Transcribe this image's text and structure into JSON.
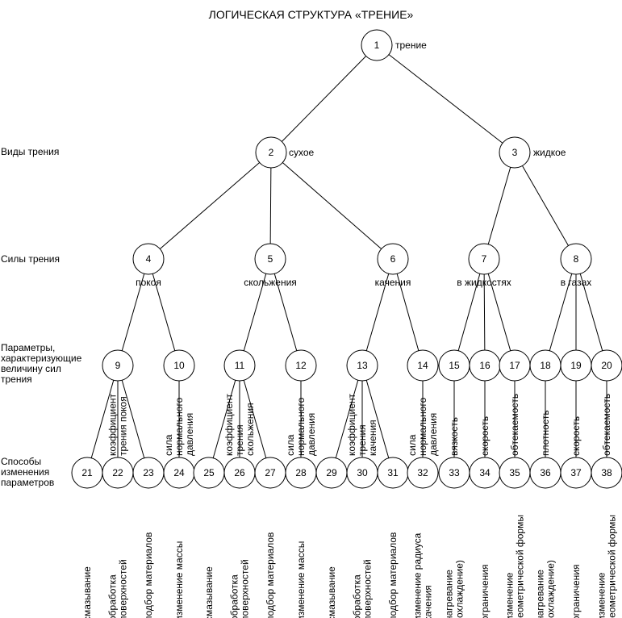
{
  "title": "ЛОГИЧЕСКАЯ СТРУКТУРА «ТРЕНИЕ»",
  "row_labels": {
    "types": "Виды трения",
    "forces": "Силы трения",
    "params": [
      "Параметры,",
      "характеризующие",
      "величину сил",
      "трения"
    ],
    "methods": [
      "Способы",
      "изменения",
      "параметров"
    ]
  },
  "nodes": [
    {
      "id": 1,
      "label": "трение"
    },
    {
      "id": 2,
      "label": "сухое"
    },
    {
      "id": 3,
      "label": "жидкое"
    },
    {
      "id": 4,
      "label": "покоя"
    },
    {
      "id": 5,
      "label": "скольжения"
    },
    {
      "id": 6,
      "label": "качения"
    },
    {
      "id": 7,
      "label": "в жидкостях"
    },
    {
      "id": 8,
      "label": "в газах"
    },
    {
      "id": 9,
      "label": [
        "коэффициент",
        "трения покоя"
      ]
    },
    {
      "id": 10,
      "label": [
        "сила",
        "нормального",
        "давления"
      ]
    },
    {
      "id": 11,
      "label": [
        "коэффициент",
        "трения",
        "скольжения"
      ]
    },
    {
      "id": 12,
      "label": [
        "сила",
        "нормального",
        "давления"
      ]
    },
    {
      "id": 13,
      "label": [
        "коэффициент",
        "трения",
        "качения"
      ]
    },
    {
      "id": 14,
      "label": [
        "сила",
        "нормального",
        "давления"
      ]
    },
    {
      "id": 15,
      "label": [
        "вязкость"
      ]
    },
    {
      "id": 16,
      "label": [
        "скорость"
      ]
    },
    {
      "id": 17,
      "label": [
        "обтекаемость"
      ]
    },
    {
      "id": 18,
      "label": [
        "плотность"
      ]
    },
    {
      "id": 19,
      "label": [
        "скорость"
      ]
    },
    {
      "id": 20,
      "label": [
        "обтекаемость"
      ]
    },
    {
      "id": 21,
      "label": [
        "смазывание"
      ]
    },
    {
      "id": 22,
      "label": [
        "обработка",
        "поверхностей"
      ]
    },
    {
      "id": 23,
      "label": [
        "подбор материалов"
      ]
    },
    {
      "id": 24,
      "label": [
        "изменение массы"
      ]
    },
    {
      "id": 25,
      "label": [
        "смазывание"
      ]
    },
    {
      "id": 26,
      "label": [
        "обработка",
        "поверхностей"
      ]
    },
    {
      "id": 27,
      "label": [
        "подбор материалов"
      ]
    },
    {
      "id": 28,
      "label": [
        "изменение массы"
      ]
    },
    {
      "id": 29,
      "label": [
        "смазывание"
      ]
    },
    {
      "id": 30,
      "label": [
        "обработка",
        "поверхностей"
      ]
    },
    {
      "id": 31,
      "label": [
        "подбор материалов"
      ]
    },
    {
      "id": 32,
      "label": [
        "изменение радиуса",
        "качения"
      ]
    },
    {
      "id": 33,
      "label": [
        "нагревание",
        "(охлаждение)"
      ]
    },
    {
      "id": 34,
      "label": [
        "ограничения"
      ]
    },
    {
      "id": 35,
      "label": [
        "изменение",
        "геометрической формы"
      ]
    },
    {
      "id": 36,
      "label": [
        "нагревание",
        "(охлаждение)"
      ]
    },
    {
      "id": 37,
      "label": [
        "ограничения"
      ]
    },
    {
      "id": 38,
      "label": [
        "изменение",
        "геометрической формы"
      ]
    }
  ],
  "edges": [
    [
      1,
      2
    ],
    [
      1,
      3
    ],
    [
      2,
      4
    ],
    [
      2,
      5
    ],
    [
      2,
      6
    ],
    [
      3,
      7
    ],
    [
      3,
      8
    ],
    [
      4,
      9
    ],
    [
      4,
      10
    ],
    [
      5,
      11
    ],
    [
      5,
      12
    ],
    [
      6,
      13
    ],
    [
      6,
      14
    ],
    [
      7,
      15
    ],
    [
      7,
      16
    ],
    [
      7,
      17
    ],
    [
      8,
      18
    ],
    [
      8,
      19
    ],
    [
      8,
      20
    ],
    [
      9,
      21
    ],
    [
      9,
      22
    ],
    [
      9,
      23
    ],
    [
      10,
      24
    ],
    [
      11,
      25
    ],
    [
      11,
      26
    ],
    [
      11,
      27
    ],
    [
      12,
      28
    ],
    [
      13,
      29
    ],
    [
      13,
      30
    ],
    [
      13,
      31
    ],
    [
      14,
      32
    ],
    [
      15,
      33
    ],
    [
      16,
      34
    ],
    [
      17,
      35
    ],
    [
      18,
      36
    ],
    [
      19,
      37
    ],
    [
      20,
      38
    ]
  ]
}
